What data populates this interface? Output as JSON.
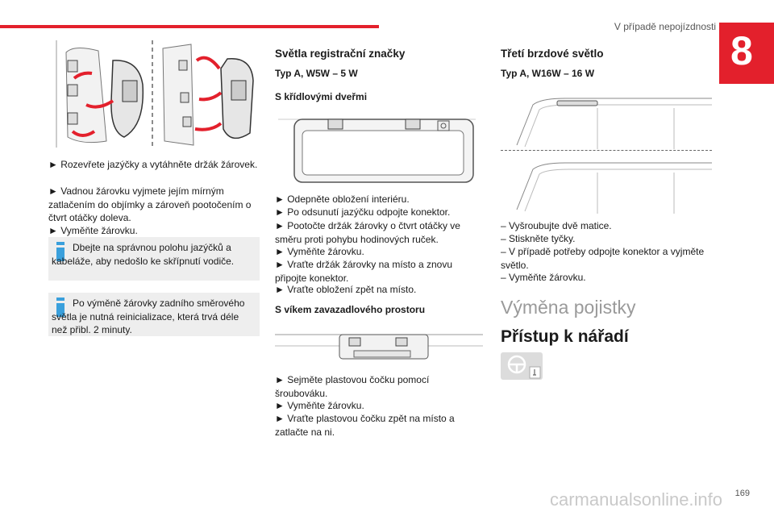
{
  "header": {
    "title": "V případě nepojízdnosti",
    "chapter_number": "8"
  },
  "col1": {
    "steps": [
      "► Rozevřete jazýčky a vytáhněte držák žárovek.",
      "► Vadnou žárovku vyjmete jejím mírným zatlačením do objímky a zároveň pootočením o čtvrt otáčky doleva.",
      "► Vyměňte žárovku."
    ],
    "info1": "Dbejte na správnou polohu jazýčků a kabeláže, aby nedošlo ke skřípnutí vodiče.",
    "info2": "Po výměně žárovky zadního směrového světla je nutná reinicializace, která trvá déle než přibl. 2 minuty."
  },
  "col2": {
    "heading": "Světla registrační značky",
    "type": "Typ A, W5W – 5 W",
    "sub1": "S křídlovými dveřmi",
    "steps1": [
      "► Odepněte obložení interiéru.",
      "► Po odsunutí jazýčku odpojte konektor.",
      "► Pootočte držák žárovky o čtvrt otáčky ve směru proti pohybu hodinových ruček.",
      "► Vyměňte žárovku.",
      "► Vraťte držák žárovky na místo a znovu připojte konektor.",
      "► Vraťte obložení zpět na místo."
    ],
    "sub2": "S víkem zavazadlového prostoru",
    "steps2": [
      "► Sejměte plastovou čočku pomocí šroubováku.",
      "► Vyměňte žárovku.",
      "► Vraťte plastovou čočku zpět na místo a zatlačte na ni."
    ]
  },
  "col3": {
    "heading": "Třetí brzdové světlo",
    "type": "Typ A, W16W – 16 W",
    "steps": [
      "– Vyšroubujte dvě matice.",
      "– Stiskněte tyčky.",
      "– V případě potřeby odpojte konektor a vyjměte světlo.",
      "– Vyměňte žárovku."
    ],
    "section_title": "Výměna pojistky",
    "subsection_title": "Přístup k nářadí"
  },
  "footer": {
    "watermark": "carmanualsonline.info",
    "page_number": "169"
  },
  "colors": {
    "accent": "#e3202c",
    "info_icon": "#3aa0dc",
    "info_bg": "#eeeeee"
  }
}
